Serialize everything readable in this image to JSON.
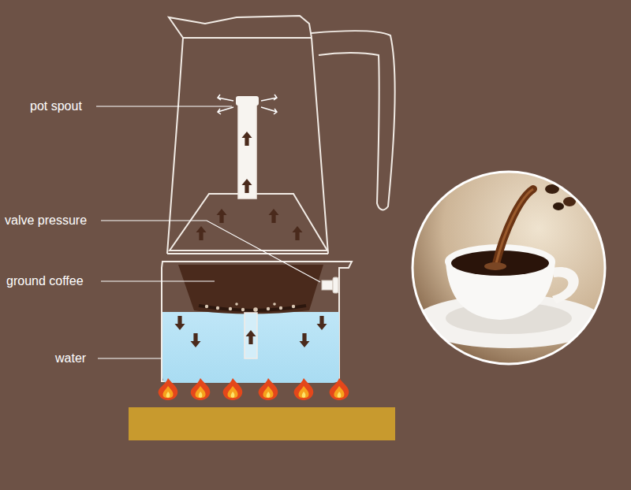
{
  "diagram": {
    "labels": [
      "pot spout",
      "valve pressure",
      "ground coffee",
      "water"
    ]
  }
}
